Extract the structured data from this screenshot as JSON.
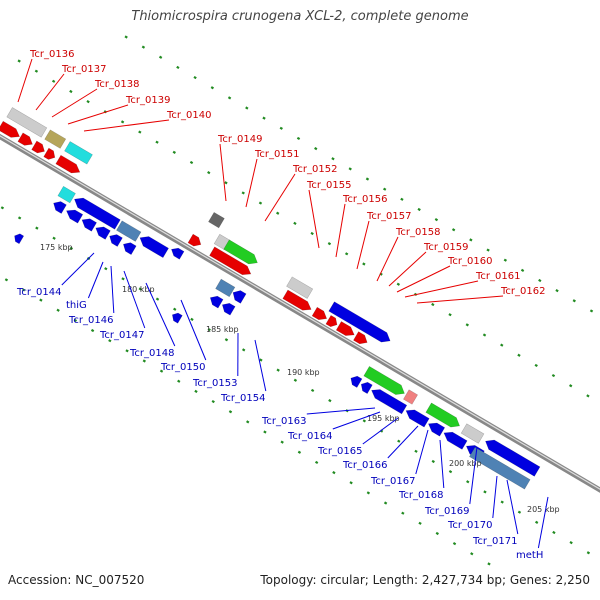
{
  "title": "Thiomicrospira crunogena XCL-2, complete genome",
  "accession": "Accession: NC_007520",
  "summary": "Topology: circular; Length: 2,427,734 bp; Genes: 2,250",
  "colors": {
    "red": "#e60000",
    "blue": "#0000e0",
    "green": "#22cc22",
    "cyan": "#22dddd",
    "steel": "#4f82b4",
    "olive": "#b5a55a",
    "grey": "#cccccc",
    "dark_grey": "#666666",
    "pink": "#f08080",
    "tick": "#228b22",
    "backbone": "#888888",
    "label_red": "#cc0000",
    "label_blue": "#0000bb"
  },
  "scale_labels": [
    "175 kbp",
    "180 kbp",
    "185 kbp",
    "190 kbp",
    "195 kbp",
    "200 kbp",
    "205 kbp"
  ],
  "forward_genes": [
    "Tcr_0136",
    "Tcr_0137",
    "Tcr_0138",
    "Tcr_0139",
    "Tcr_0140",
    "Tcr_0149",
    "Tcr_0151",
    "Tcr_0152",
    "Tcr_0155",
    "Tcr_0156",
    "Tcr_0157",
    "Tcr_0158",
    "Tcr_0159",
    "Tcr_0160",
    "Tcr_0161",
    "Tcr_0162"
  ],
  "reverse_genes": [
    "Tcr_0144",
    "thiG",
    "Tcr_0146",
    "Tcr_0147",
    "Tcr_0148",
    "Tcr_0150",
    "Tcr_0153",
    "Tcr_0154",
    "Tcr_0163",
    "Tcr_0164",
    "Tcr_0165",
    "Tcr_0166",
    "Tcr_0167",
    "Tcr_0168",
    "Tcr_0169",
    "Tcr_0170",
    "Tcr_0171",
    "metH"
  ]
}
